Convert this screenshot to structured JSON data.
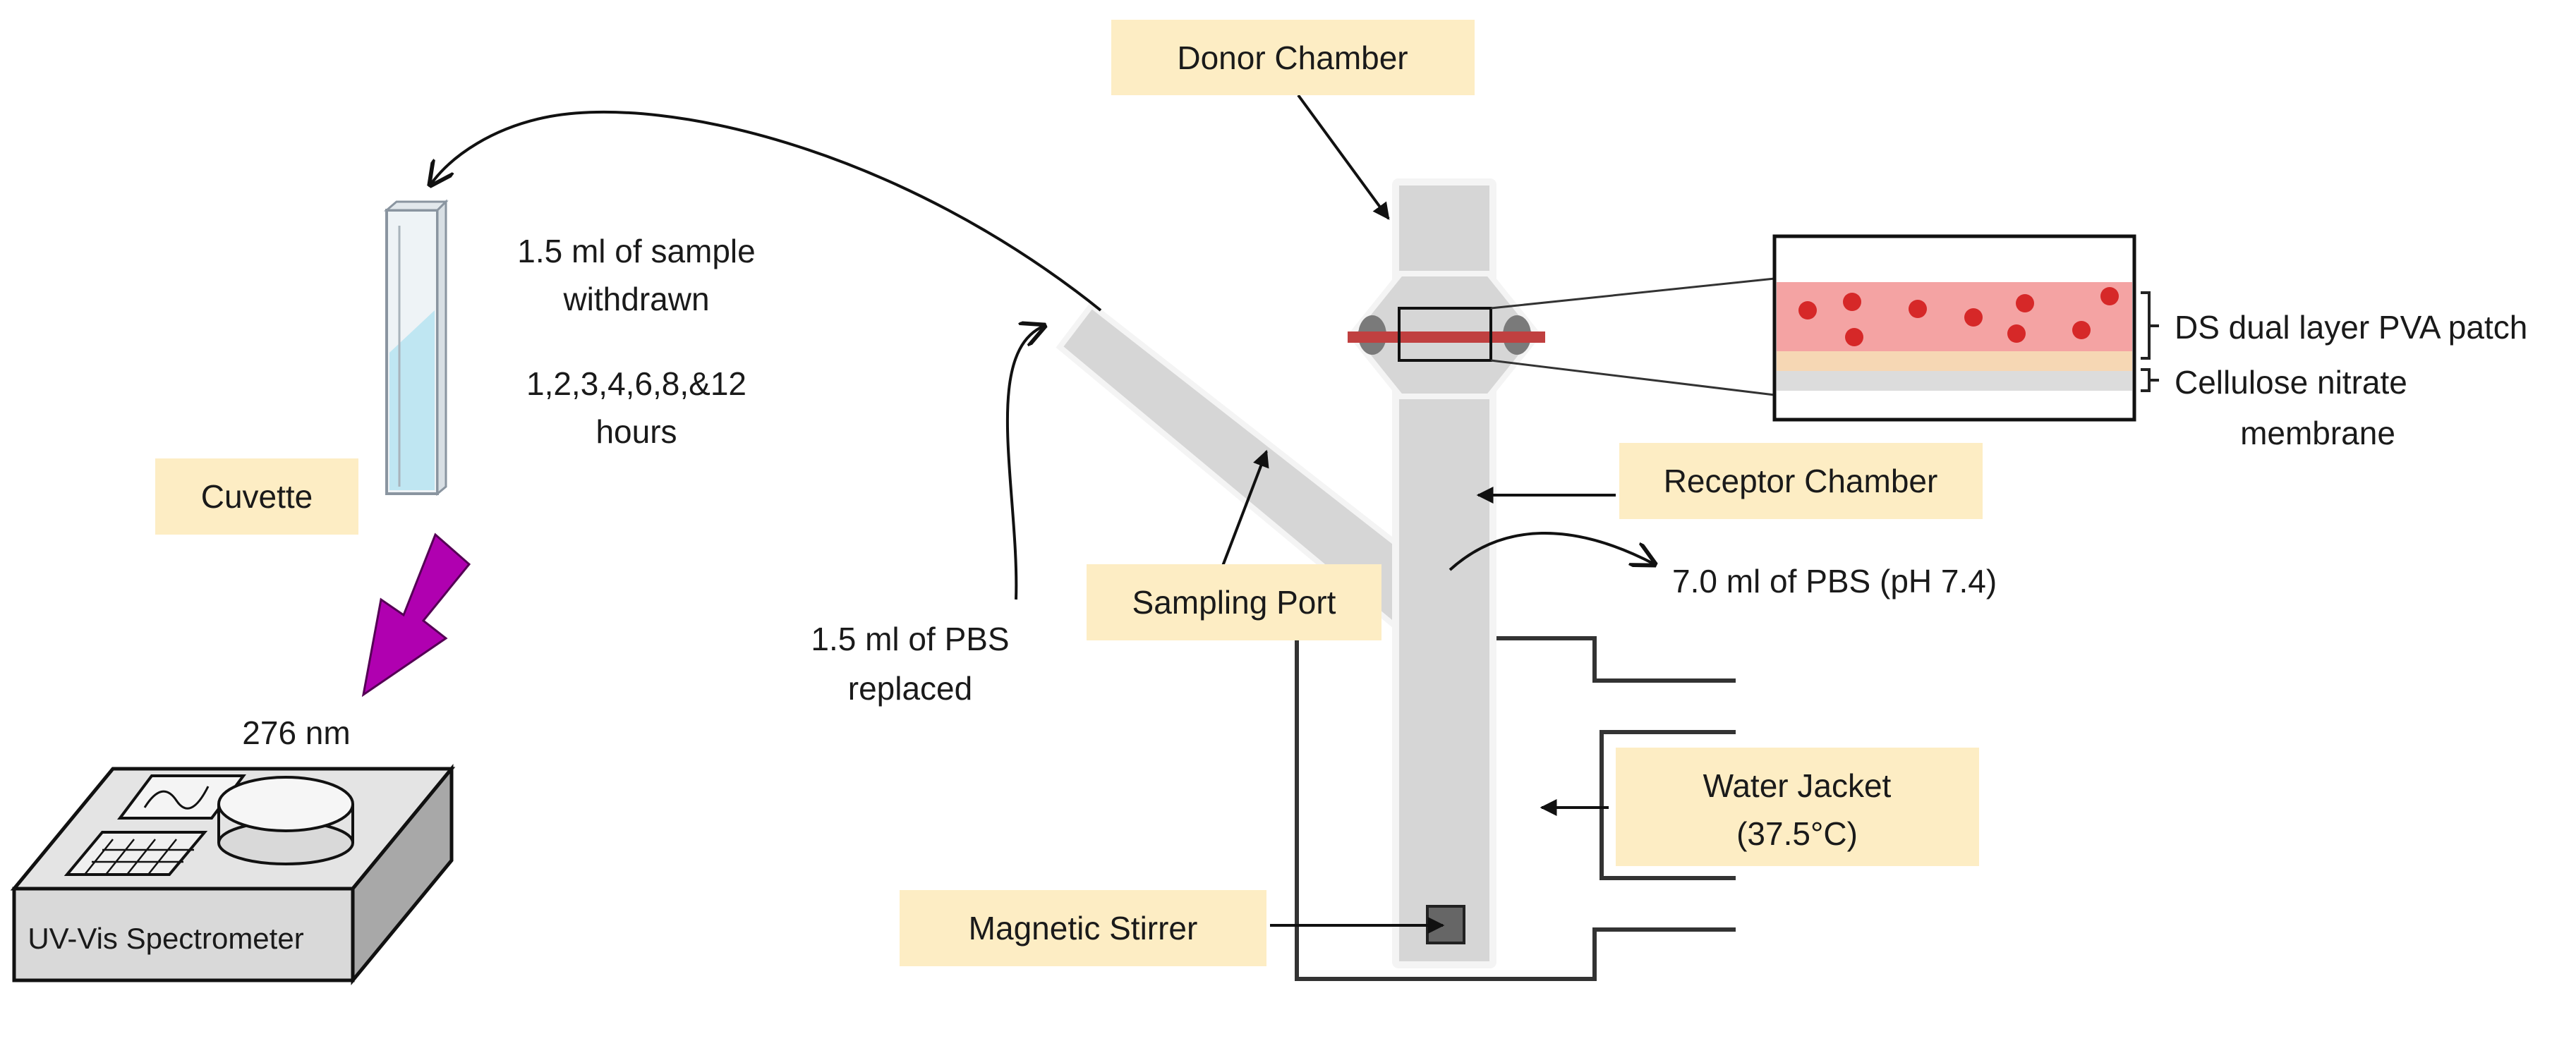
{
  "labels": {
    "donor_chamber": "Donor Chamber",
    "sample_withdrawn": [
      "1.5 ml of sample",
      "withdrawn"
    ],
    "sampling_times": [
      "1,2,3,4,6,8,&12",
      "hours"
    ],
    "cuvette": "Cuvette",
    "wavelength": "276 nm",
    "spectrometer": "UV-Vis Spectrometer",
    "pbs_replaced": [
      "1.5 ml of PBS",
      "replaced"
    ],
    "sampling_port": "Sampling Port",
    "receptor_chamber": "Receptor Chamber",
    "pbs_volume": "7.0 ml of PBS (pH 7.4)",
    "water_jacket": [
      "Water Jacket",
      "(37.5°C)"
    ],
    "magnetic_stirrer": "Magnetic Stirrer",
    "patch": "DS dual layer PVA patch",
    "membrane": [
      "Cellulose nitrate",
      "membrane"
    ]
  },
  "colors": {
    "label_box": "#fdedc4",
    "cell_glass": "#d6d6d6",
    "patch_layer": "#f4a3a3",
    "drug_dots": "#d62828",
    "membrane_layer": "#f6d7b4",
    "arrow_magenta": "#b000b0",
    "cuvette_liquid": "#bfe6f2"
  },
  "icons": {
    "cuvette": "cuvette-icon",
    "spectrometer": "spectrometer-icon",
    "transfer_arrow": "magenta-arrow-icon",
    "stirrer": "stir-bar-icon"
  }
}
